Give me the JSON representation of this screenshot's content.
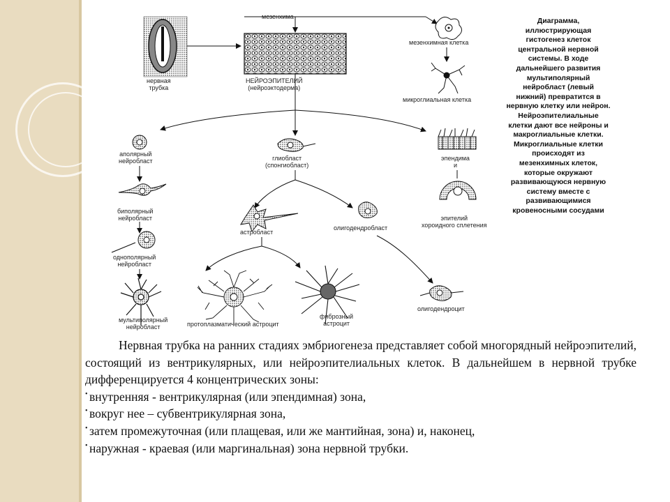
{
  "diagram": {
    "labels": {
      "mesenchyme": "мезенхима",
      "neural_tube": "нервная\nтрубка",
      "neuroepithelium": "НЕЙРОЭПИТЕЛИЙ\n(нейроэктодерма)",
      "mesenchymal_cell": "мезенхимная клетка",
      "microglial_cell": "микроглиальная клетка",
      "apolar_neuroblast": "аполярный\nнейробласт",
      "glioblast": "глиобласт\n(спонгиобласт)",
      "ependyma": "эпендима\nи",
      "bipolar_neuroblast": "биполярный\nнейробласт",
      "astroblast": "астробласт",
      "oligodendroblast": "олигодендробласт",
      "choroid_epithelium": "эпителий\nхороидного сплетения",
      "unipolar_neuroblast": "однополярный\nнейробласт",
      "multipolar_neuroblast": "мультиполярный\nнейробласт",
      "protoplasmic_astrocyte": "протоплазматический астроцит",
      "fibrous_astrocyte": "фиброзный\nастроцит",
      "oligodendrocyte": "олигодендроцит"
    },
    "caption_lines": [
      "Диаграмма,",
      "иллюстрирующая",
      "гистогенез клеток",
      "центральной нервной",
      "системы. В ходе",
      "дальнейшего развития",
      "мультиполярный",
      "нейробласт (левый",
      "нижний) превратится в",
      "нервную клетку или нейрон.",
      "Нейроэпителиальные",
      "клетки дают все нейроны и",
      "макроглиальные клетки.",
      "Микроглиальные клетки",
      "происходят из",
      "мезенхимных клеток,",
      "которые окружают",
      "развивающуюся нервную",
      "систему вместе с",
      "развивающимися",
      "кровеносными сосудами"
    ]
  },
  "text": {
    "paragraph": "Нервная трубка на ранних стадиях эмбриогенеза представляет собой многорядный нейроэпителий, состоящий из вентрикулярных, или нейроэпителиальных клеток. В дальнейшем в нервной трубке дифференцируется 4 концентрических зоны:",
    "bullets": [
      "внутренняя - вентрикулярная (или эпендимная) зона,",
      "вокруг нее – субвентрикулярная зона,",
      "затем промежуточная (или плащевая, или же мантийная, зона) и, наконец,",
      "наружная - краевая (или маргинальная) зона нервной трубки."
    ]
  }
}
